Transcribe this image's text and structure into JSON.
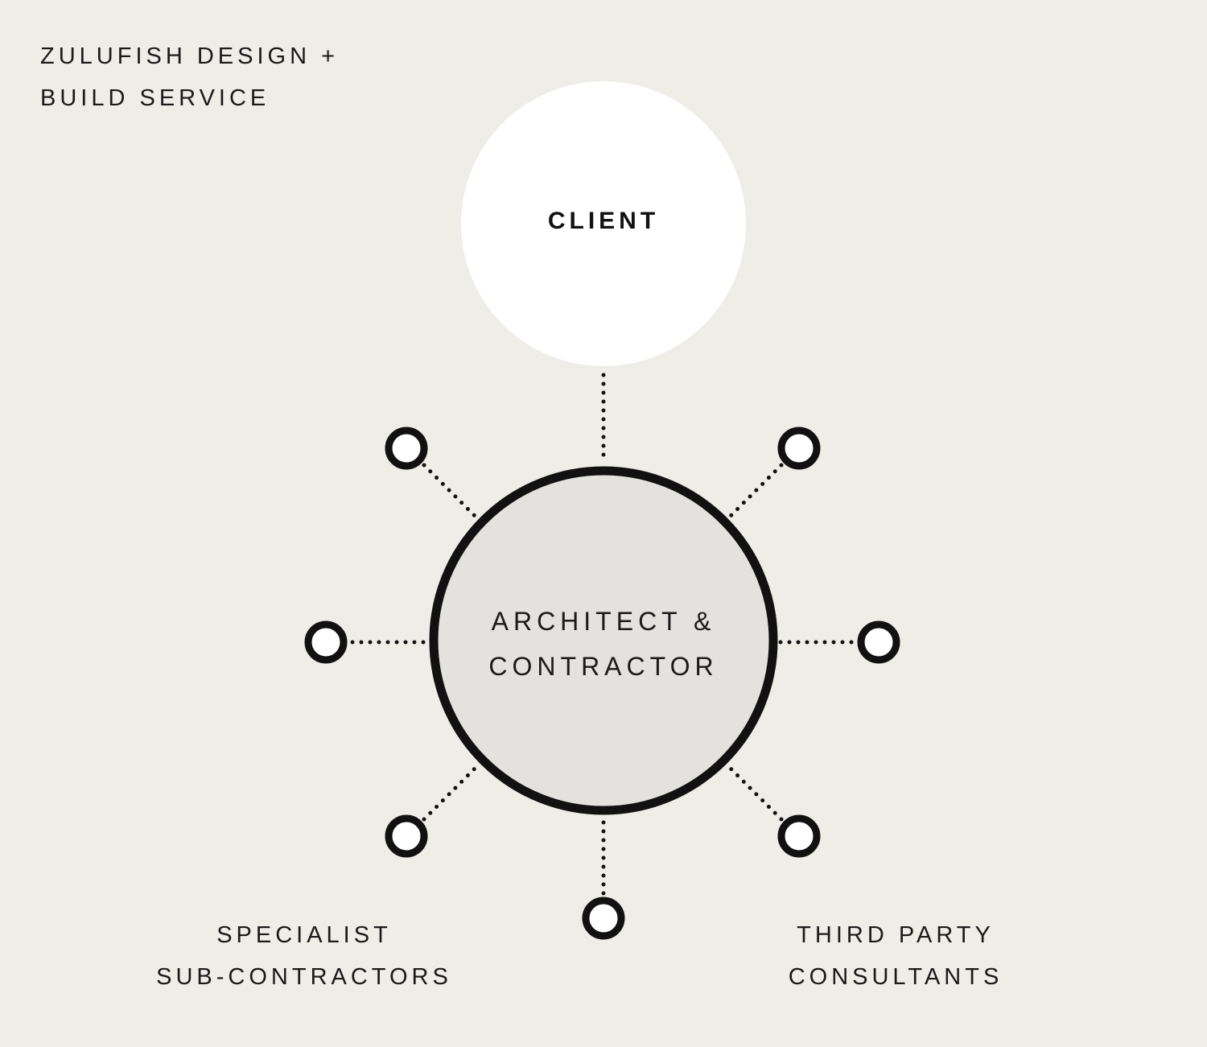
{
  "colors": {
    "background": "#efede8",
    "client_fill": "#ffffff",
    "center_fill": "#e3e2df",
    "stroke": "#111111"
  },
  "heading": {
    "line1": "ZULUFISH DESIGN +",
    "line2": "BUILD SERVICE"
  },
  "client": {
    "label": "CLIENT"
  },
  "center": {
    "line1": "ARCHITECT &",
    "line2": "CONTRACTOR"
  },
  "groups": {
    "left": {
      "line1": "SPECIALIST",
      "line2": "SUB-CONTRACTORS"
    },
    "right": {
      "line1": "THIRD PARTY",
      "line2": "CONSULTANTS"
    }
  }
}
